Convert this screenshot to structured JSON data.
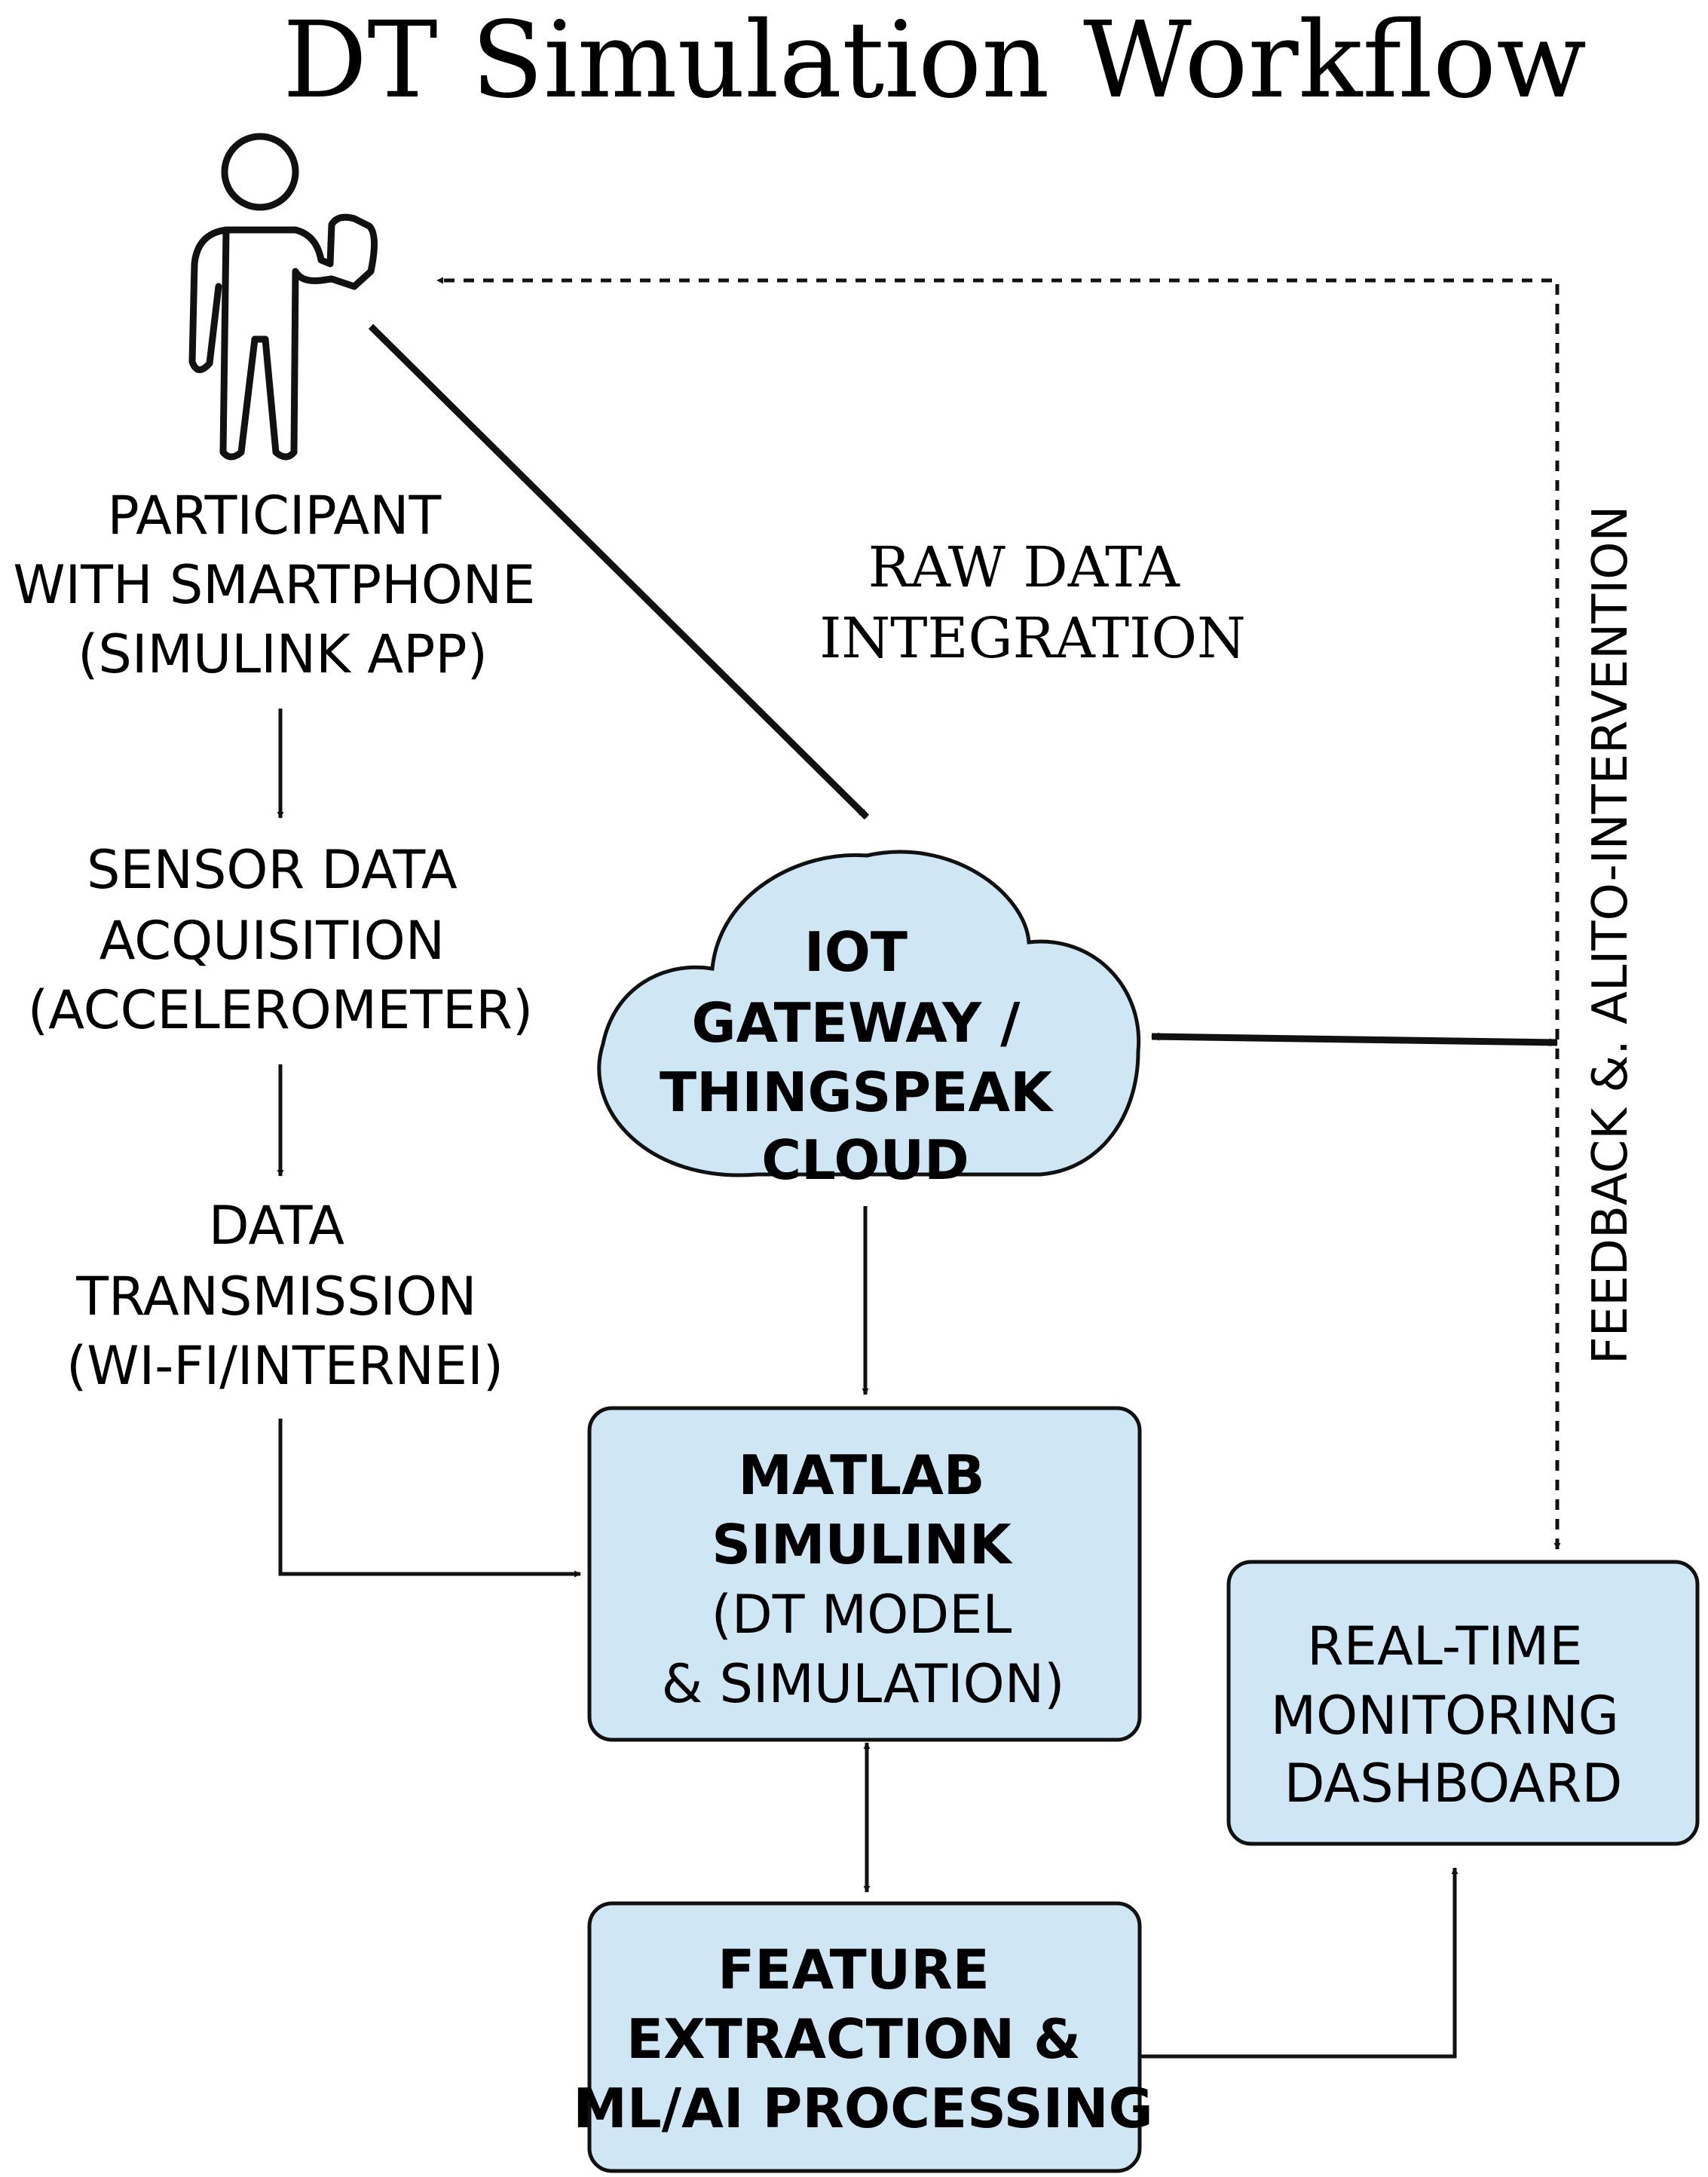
{
  "title": "DT Simulation Workflow",
  "participant": {
    "icon": "person-with-smartphone-icon",
    "lines": [
      "PARTICIPANT",
      "WITH SMARTPHONE",
      "(SIMULINK APP)"
    ]
  },
  "sensor": {
    "lines": [
      "SENSOR DATA",
      "ACQUISITION",
      "(ACCELEROMETER)"
    ]
  },
  "transmission": {
    "lines": [
      "DATA",
      "TRANSMISSION",
      "(WI-FI/INTERNEI)"
    ]
  },
  "raw_data": {
    "lines": [
      "RAW DATA",
      "INTEGRATION"
    ]
  },
  "cloud": {
    "lines": [
      "IOT",
      "GATEWAY /",
      "THINGSPEAK",
      "CLOUD"
    ]
  },
  "matlab": {
    "lines": [
      "MATLAB",
      "SIMULINK",
      "(DT MODEL",
      "& SIMULATION)"
    ]
  },
  "feature": {
    "lines": [
      "FEATURE",
      "EXTRACTION &",
      "ML/AI PROCESSING"
    ]
  },
  "dashboard": {
    "lines": [
      "REAL-TIME",
      "MONITORING",
      "DASHBOARD"
    ]
  },
  "feedback": {
    "label": "FEEDBACK &. ALITO-INTERVENTION"
  },
  "colors": {
    "box_fill": "#cfe7f5",
    "stroke": "#111111"
  }
}
